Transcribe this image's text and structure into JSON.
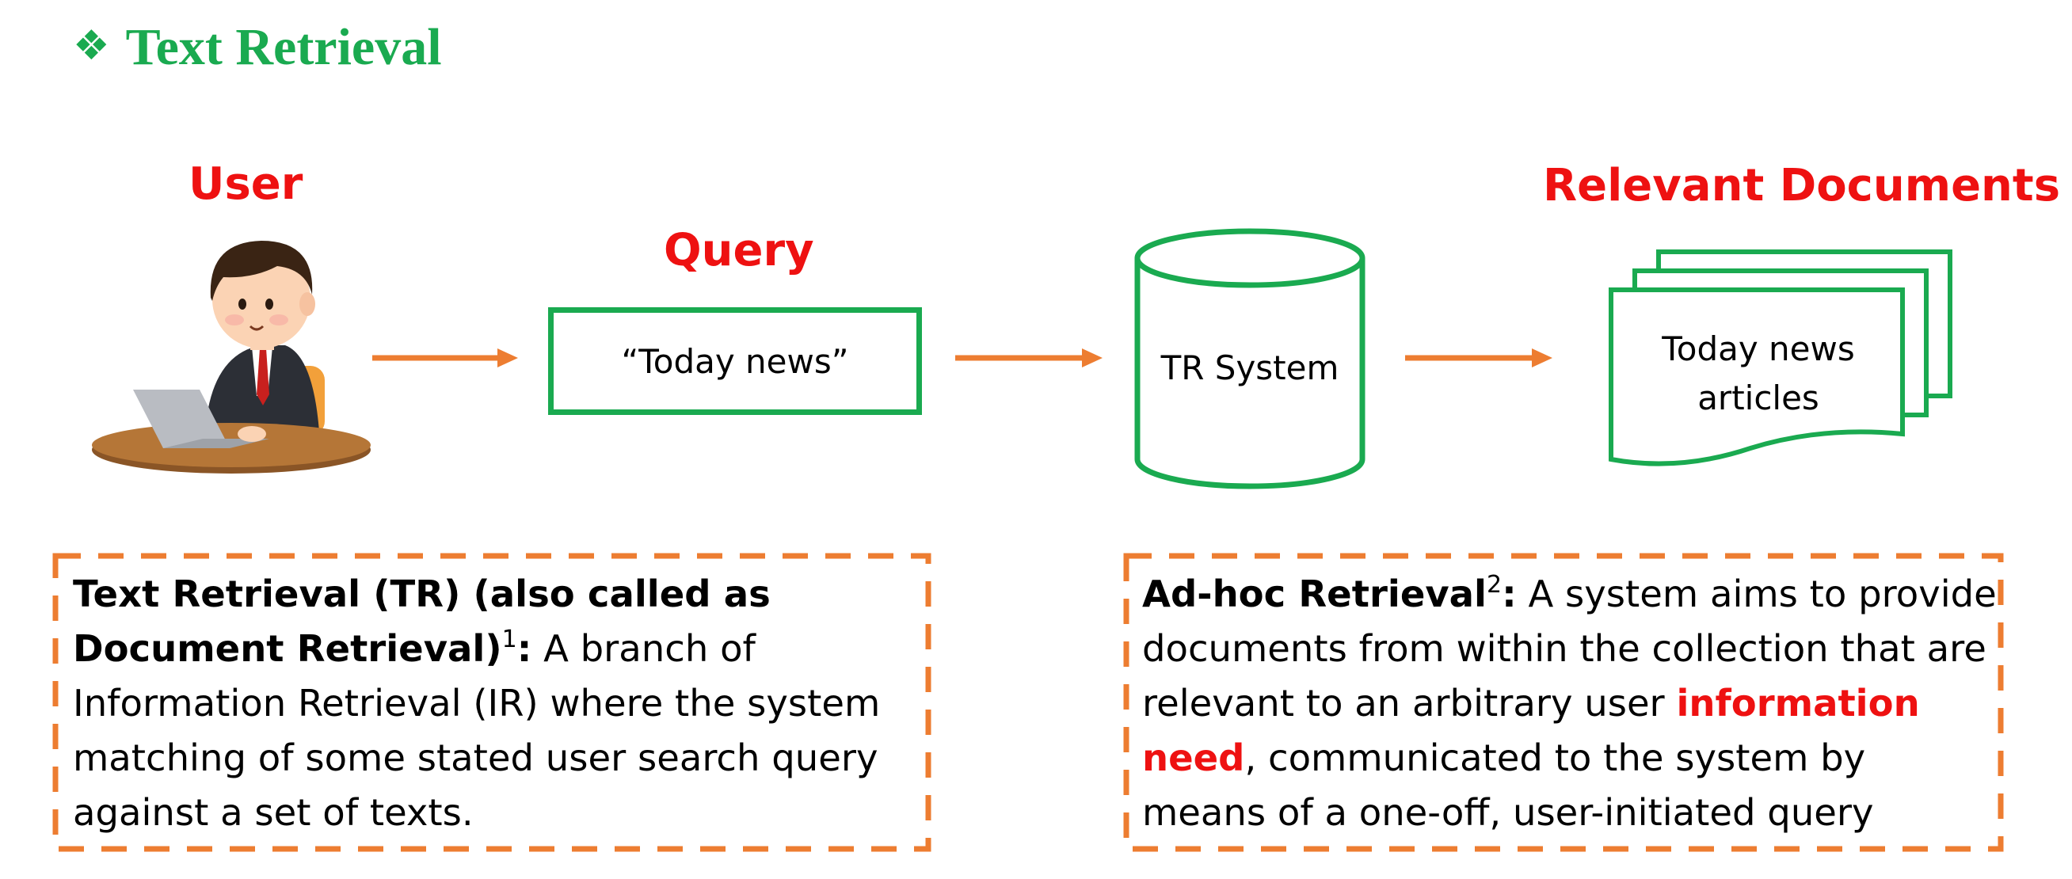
{
  "title": {
    "bullet": "❖",
    "text": "Text Retrieval"
  },
  "diagram": {
    "user_label": "User",
    "query_label": "Query",
    "query_text": "“Today news”",
    "system_text": "TR System",
    "docs_label": "Relevant Documents",
    "docs_text_line1": "Today news",
    "docs_text_line2": "articles",
    "user_icon": "person-at-laptop-icon",
    "database_icon": "database-cylinder-icon",
    "documents_icon": "stacked-documents-icon",
    "colors": {
      "accent_green": "#1aaa50",
      "label_red": "#ee1111",
      "arrow_orange": "#ed7d31"
    }
  },
  "definitions": {
    "tr": {
      "term": "Text Retrieval (TR) (also called as Document Retrieval)",
      "sup": "1",
      "colon": ":",
      "body": " A branch of Information Retrieval (IR) where the system matching of some stated user search query against a set of texts."
    },
    "adhoc": {
      "term": "Ad-hoc Retrieval",
      "sup": "2",
      "colon": ":",
      "body_before": " A system aims to provide documents from within the collection that are relevant to an arbitrary user ",
      "highlight": "information need",
      "body_after": ", communicated to the system by means of a one-off, user-initiated query"
    }
  }
}
